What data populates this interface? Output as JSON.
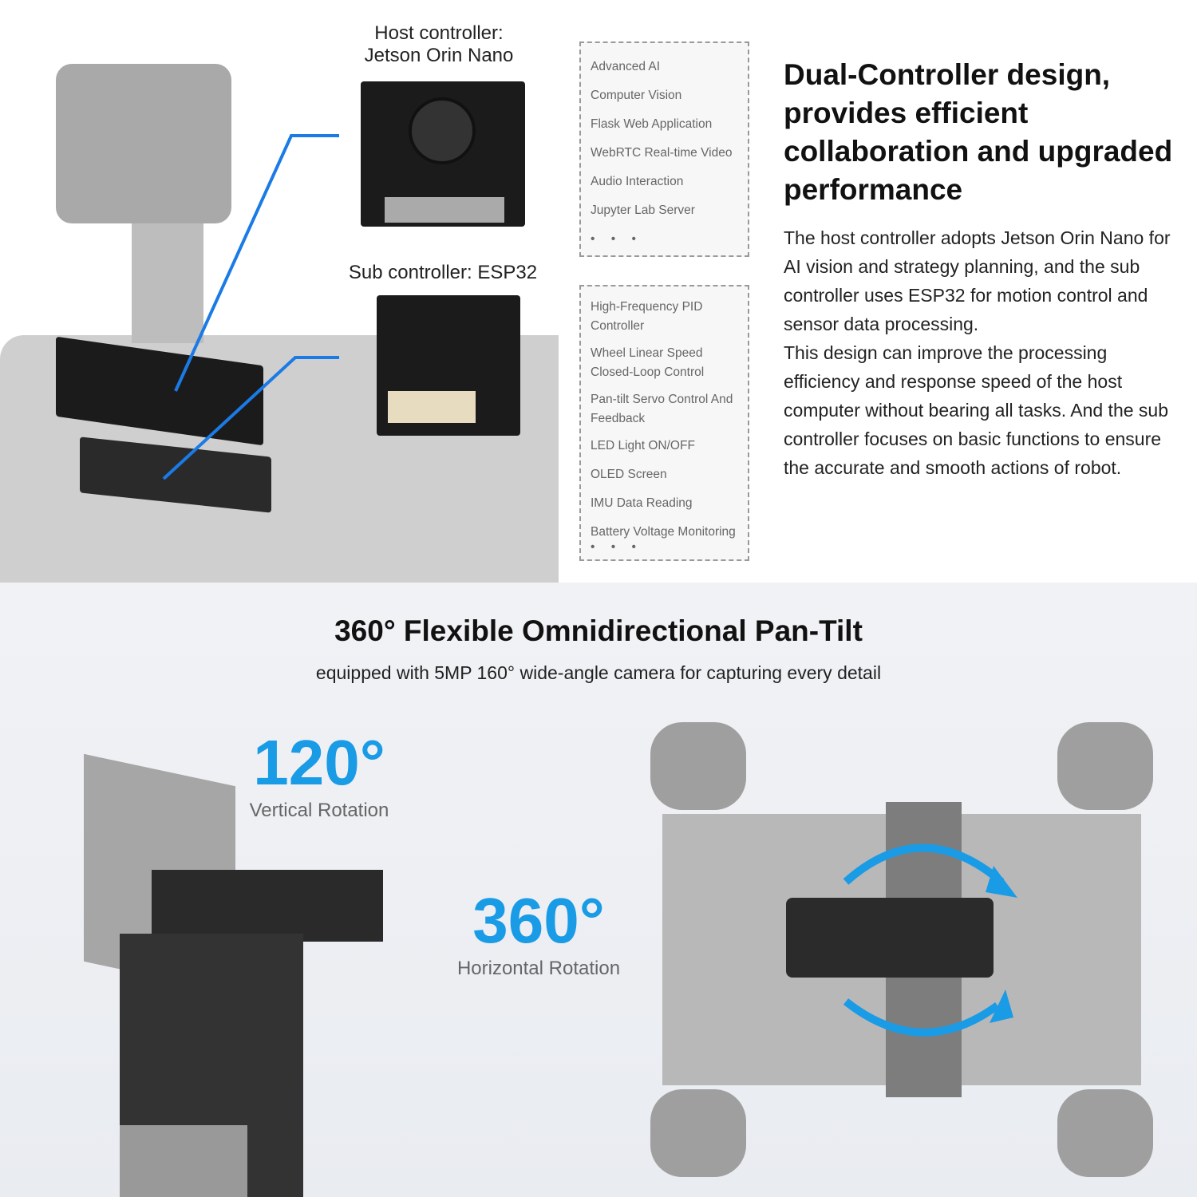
{
  "top": {
    "host_label_1": "Host controller:",
    "host_label_2": "Jetson Orin Nano",
    "sub_label_prefix": "Sub controller: ",
    "sub_label_name": "ESP32",
    "host_features": [
      "Advanced AI",
      "Computer Vision",
      "Flask Web Application",
      "WebRTC Real-time Video",
      "Audio Interaction",
      "Jupyter Lab Server"
    ],
    "sub_features": [
      "High-Frequency PID Controller",
      "Wheel Linear Speed Closed-Loop Control",
      "Pan-tilt Servo Control And Feedback",
      "LED Light ON/OFF",
      "OLED Screen",
      "IMU Data Reading",
      "Battery Voltage Monitoring"
    ],
    "ellipsis": "• • •",
    "heading": "Dual-Controller design, provides efficient collaboration and upgraded performance",
    "para1": "The host controller adopts Jetson Orin Nano for AI vision and strategy planning, and the sub controller uses ESP32 for motion control and sensor data processing.",
    "para2": "This design can improve the processing efficiency and response speed of the host computer without bearing all tasks. And the sub controller focuses on basic functions to ensure the accurate and smooth actions of robot."
  },
  "bottom": {
    "title": "360° Flexible Omnidirectional Pan-Tilt",
    "subtitle": "equipped with 5MP 160° wide-angle camera for capturing every detail",
    "vertical_value": "120°",
    "vertical_label": "Vertical Rotation",
    "horizontal_value": "360°",
    "horizontal_label": "Horizontal Rotation"
  },
  "colors": {
    "accent": "#1a9be6"
  }
}
